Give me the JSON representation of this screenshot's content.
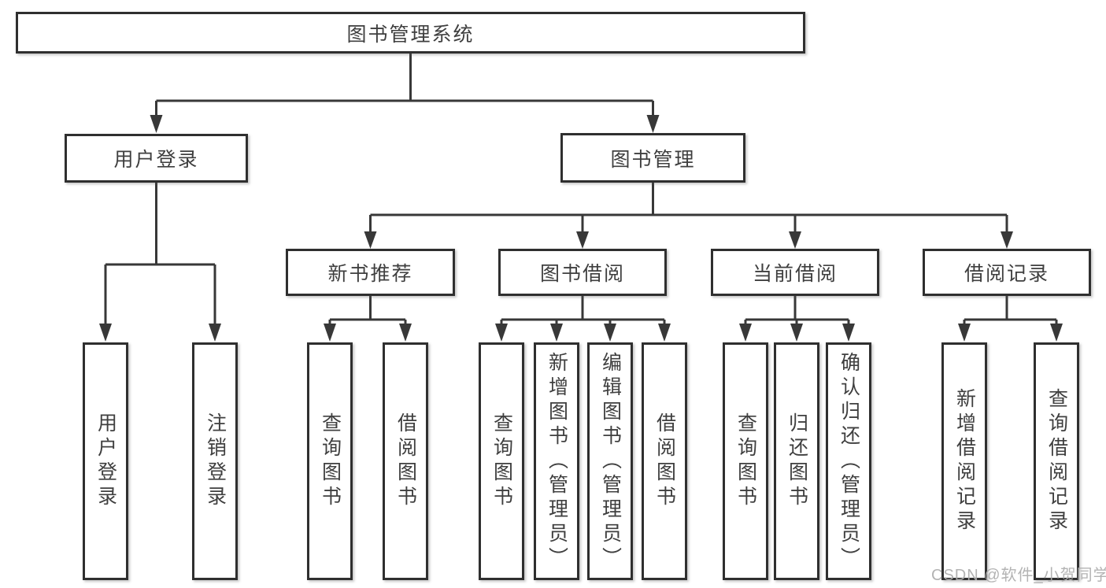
{
  "diagram": {
    "title": "图书管理系统",
    "branches": {
      "user_login": {
        "label": "用户登录",
        "children": [
          "用户登录",
          "注销登录"
        ]
      },
      "book_mgmt": {
        "label": "图书管理",
        "sections": [
          {
            "label": "新书推荐",
            "children": [
              "查询图书",
              "借阅图书"
            ]
          },
          {
            "label": "图书借阅",
            "children": [
              "查询图书",
              "新增图书（管理员）",
              "编辑图书（管理员）",
              "借阅图书"
            ]
          },
          {
            "label": "当前借阅",
            "children": [
              "查询图书",
              "归还图书",
              "确认归还（管理员）"
            ]
          },
          {
            "label": "借阅记录",
            "children": [
              "新增借阅记录",
              "查询借阅记录"
            ]
          }
        ]
      }
    },
    "watermark": "CSDN @软件_小贺同学",
    "colors": {
      "line": "#383838",
      "border": "#2f2f2f",
      "text": "#3f3f3f",
      "watermark": "#acacac",
      "background": "#ffffff"
    }
  }
}
